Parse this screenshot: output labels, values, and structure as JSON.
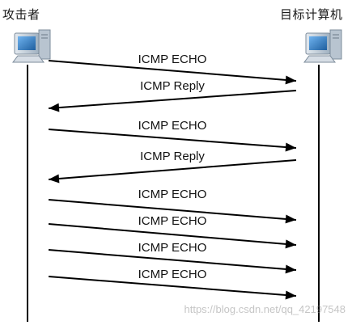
{
  "actors": {
    "attacker": "攻击者",
    "target": "目标计算机"
  },
  "messages": [
    {
      "label": "ICMP ECHO",
      "direction": "right"
    },
    {
      "label": "ICMP Reply",
      "direction": "left"
    },
    {
      "label": "ICMP ECHO",
      "direction": "right"
    },
    {
      "label": "ICMP Reply",
      "direction": "left"
    },
    {
      "label": "ICMP ECHO",
      "direction": "right"
    },
    {
      "label": "ICMP ECHO",
      "direction": "right"
    },
    {
      "label": "ICMP ECHO",
      "direction": "right"
    },
    {
      "label": "ICMP ECHO",
      "direction": "right"
    }
  ],
  "watermark": "https://blog.csdn.net/qq_42197548",
  "colors": {
    "line": "#000000",
    "monitor_body": "#c9d3dd",
    "monitor_screen": "#2f7fc9"
  }
}
